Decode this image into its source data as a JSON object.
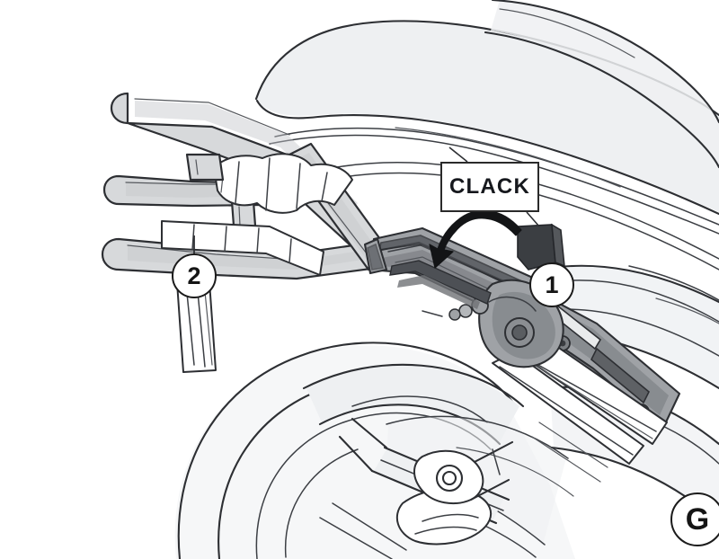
{
  "illustration": {
    "kind": "technical-line-drawing",
    "subject": "motorcycle rear side-case rack mounting",
    "background_color": "#ffffff"
  },
  "annotations": {
    "clack": {
      "label": "CLACK",
      "box_border_color": "#2a2a2a",
      "box_fill": "#ffffff"
    },
    "callouts": [
      {
        "id": "1",
        "label": "1",
        "target": "quick-release latch"
      },
      {
        "id": "2",
        "label": "2",
        "target": "tubular support bracket"
      }
    ],
    "logo": {
      "label": "G",
      "name": "givi-logo"
    }
  },
  "palette": {
    "outline": "#2d2f33",
    "outline_light": "#5a5d62",
    "body_fill": "#eef0f2",
    "tube_fill": "#d7d9db",
    "tube_shade": "#bfc2c5",
    "rail_fill": "#9fa2a6",
    "rail_shade": "#6f7276",
    "rail_dark": "#4a4d51",
    "tab_dark": "#3b3e42",
    "arrow": "#131416",
    "white": "#ffffff"
  },
  "parts": {
    "tail_fairing": "motorcycle rear tail bodywork",
    "seat_cowl": "upper seat cowl panel",
    "rear_tire": "rear wheel and tire arc",
    "swingarm": "rear swingarm",
    "exhaust": "exhaust silencer",
    "footpeg_bracket": "passenger footpeg bracket",
    "rack_tube_upper": "upper rack tube",
    "rack_tube_mid": "middle rack tube",
    "rack_tube_lower": "lower rack tube",
    "rack_plate": "rear mounting plate with slots",
    "latch_block": "dark latch tab",
    "pivot_boss": "pivot boss with bolt"
  }
}
